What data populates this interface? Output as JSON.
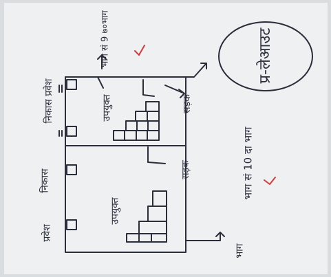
{
  "labels": {
    "top_right_land": "भाग सं 9 ७०भाग",
    "badge": "प्र-लेआउट",
    "road_label_top": "सड़क",
    "road_label_mid": "सड़क",
    "bottom_land": "भाग सं 10 दा भाग",
    "bottom_land_suffix": "भाग",
    "left_top": "निकास प्रवेश",
    "left_mid": "निकास",
    "left_bottom": "प्रवेश",
    "room_top": "उपयुक्त",
    "room_bottom": "उपयुक्त"
  },
  "colors": {
    "ink": "#2a2d3a",
    "check_mark": "#d23a3a",
    "paper": "#eef0f1"
  }
}
